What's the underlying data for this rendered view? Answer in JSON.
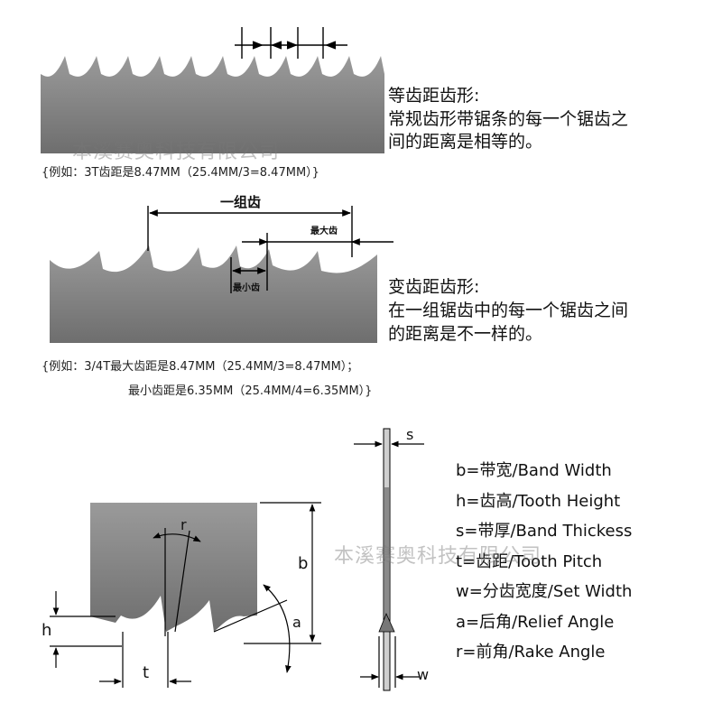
{
  "section1": {
    "title": "等齿距齿形:",
    "desc_line1": "常规齿形带锯条的每一个锯齿之",
    "desc_line2": "间的距离是相等的。",
    "example": "{例如：3T齿距是8.47MM（25.4MM/3=8.47MM）}"
  },
  "section2": {
    "group_label": "一组齿",
    "max_label": "最大齿",
    "min_label": "最小齿",
    "title": "变齿距齿形:",
    "desc_line1": "在一组锯齿中的每一个锯齿之间",
    "desc_line2": "的距离是不一样的。",
    "example_line1": "{例如：3/4T最大齿距是8.47MM（25.4MM/3=8.47MM）；",
    "example_line2": "最小齿距是6.35MM（25.4MM/4=6.35MM）}"
  },
  "section3": {
    "labels": {
      "b": "b",
      "h": "h",
      "t": "t",
      "r": "r",
      "a": "a",
      "s": "s",
      "w": "w"
    },
    "legend": [
      "b=带宽/Band Width",
      "h=齿高/Tooth Height",
      "s=带厚/Band Thickess",
      "t=齿距/Tooth Pitch",
      "w=分齿宽度/Set Width",
      "a=后角/Relief Angle",
      "r=前角/Rake Angle"
    ]
  },
  "watermark": "本溪赛奥科技有限公司",
  "colors": {
    "blade": "#8a8a8a",
    "line": "#000000",
    "watermark": "#999999"
  }
}
